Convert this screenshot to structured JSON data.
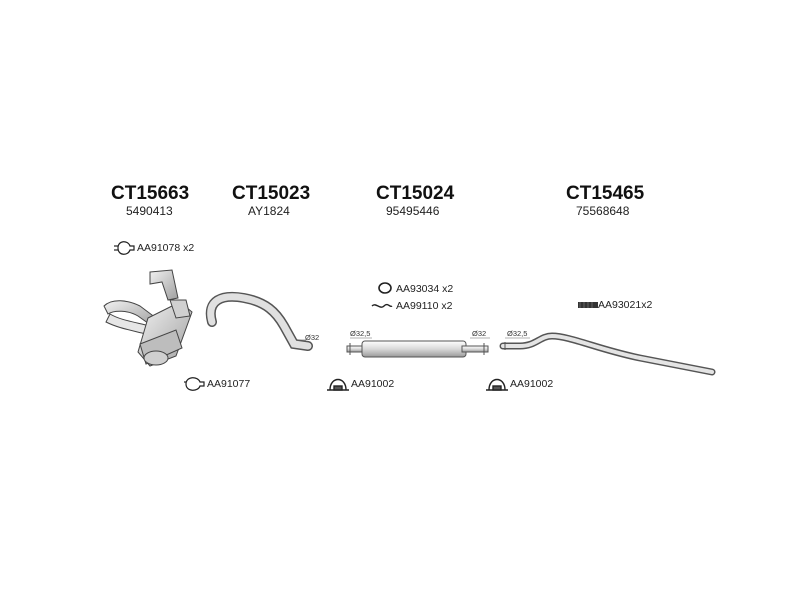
{
  "groups": [
    {
      "code": "CT15663",
      "ref": "5490413"
    },
    {
      "code": "CT15023",
      "ref": "AY1824"
    },
    {
      "code": "CT15024",
      "ref": "95495446"
    },
    {
      "code": "CT15465",
      "ref": "75568648"
    }
  ],
  "parts": {
    "clamp_manifold": "AA91078 x2",
    "gasket": "AA91077",
    "ring": "AA93034 x2",
    "hanger": "AA99110 x2",
    "clamp_mid_1": "AA91002",
    "clamp_mid_2": "AA91002",
    "rubber_mount": "AA93021x2"
  },
  "dimensions": {
    "d1": "Ø32",
    "d2": "Ø32,5",
    "d3": "Ø32",
    "d4": "Ø32,5"
  },
  "icons": [
    "clamp-icon",
    "gasket-icon",
    "o-ring-icon",
    "hanger-icon",
    "u-clamp-icon",
    "rubber-mount-icon"
  ]
}
